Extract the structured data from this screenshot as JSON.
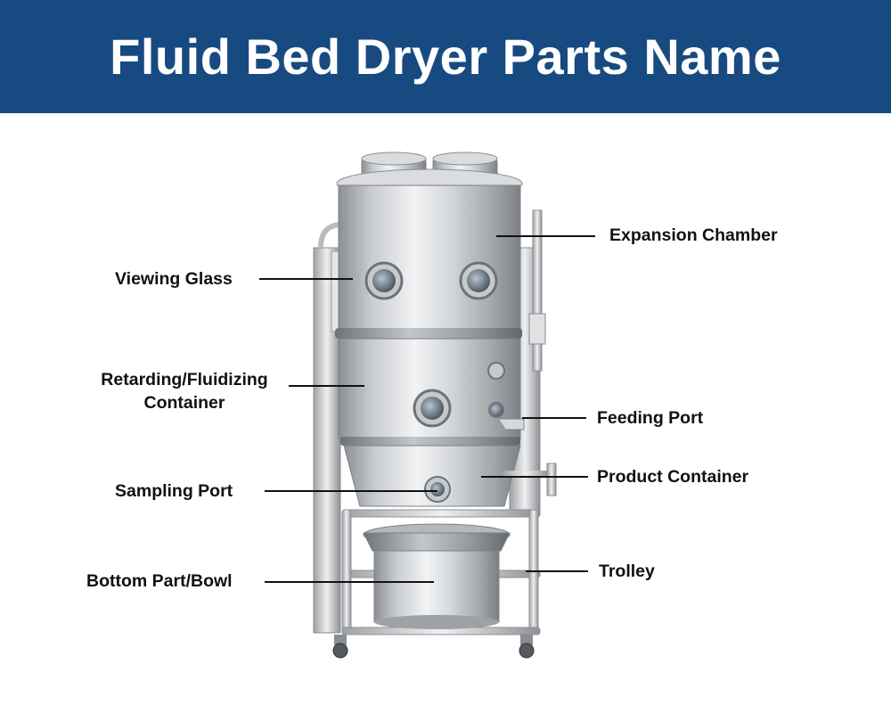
{
  "header": {
    "title": "Fluid Bed Dryer Parts Name"
  },
  "colors": {
    "header_bg": "#174a80",
    "title_text": "#ffffff",
    "label_text": "#111111",
    "leader_line": "#111111"
  },
  "labels": {
    "expansion_chamber": "Expansion Chamber",
    "viewing_glass": "Viewing Glass",
    "retarding_line1": "Retarding/Fluidizing",
    "retarding_line2": "Container",
    "feeding_port": "Feeding Port",
    "product_container": "Product Container",
    "sampling_port": "Sampling Port",
    "trolley": "Trolley",
    "bottom_part": "Bottom Part/Bowl"
  }
}
